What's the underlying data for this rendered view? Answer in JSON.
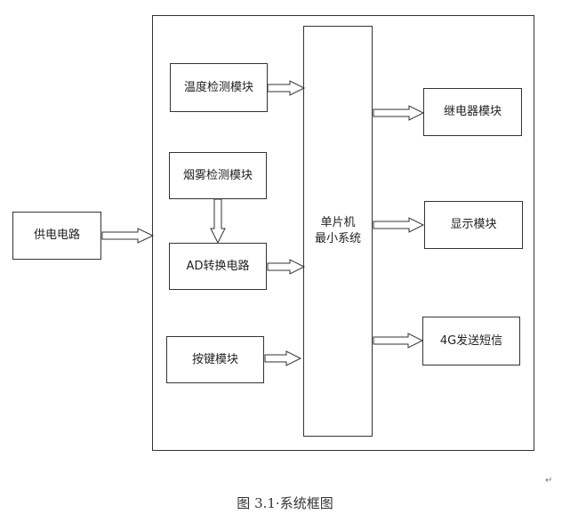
{
  "blocks": {
    "power": "供电电路",
    "temp": "温度检测模块",
    "smoke": "烟雾检测模块",
    "adc": "AD转换电路",
    "keys": "按键模块",
    "mcu_line1": "单片机",
    "mcu_line2": "最小系统",
    "relay": "继电器模块",
    "display": "显示模块",
    "sms": "4G发送短信"
  },
  "caption": "图 3.1·系统框图",
  "paragraph_mark": "↵"
}
